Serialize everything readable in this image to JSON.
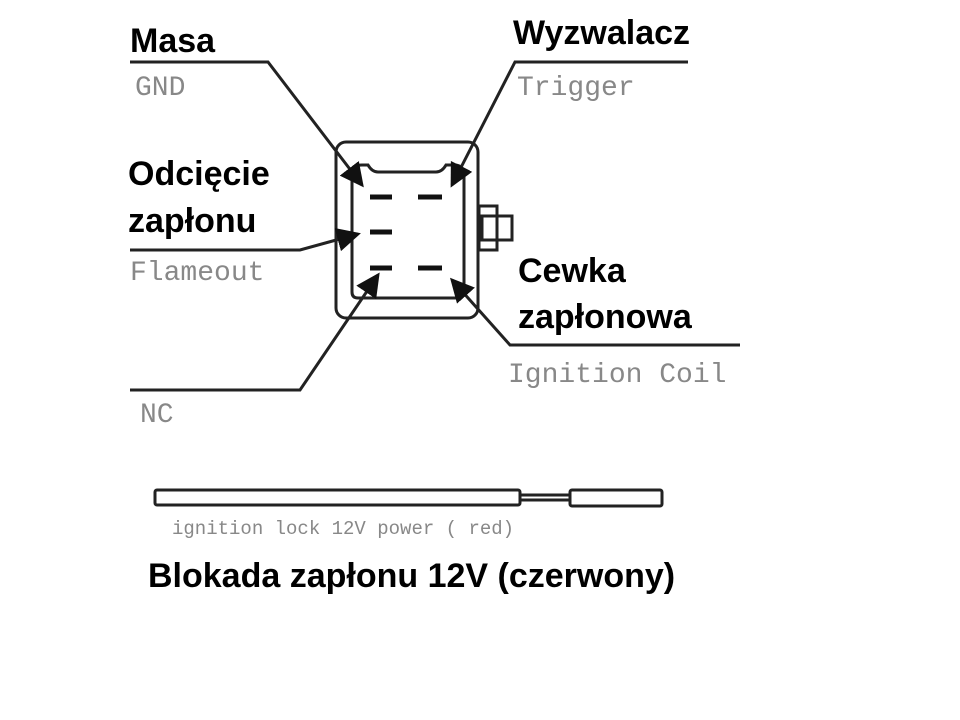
{
  "labels": {
    "gnd_pl": "Masa",
    "gnd_en": "GND",
    "trigger_pl": "Wyzwalacz",
    "trigger_en": "Trigger",
    "flameout_pl_1": "Odcięcie",
    "flameout_pl_2": "zapłonu",
    "flameout_en": "Flameout",
    "coil_pl_1": "Cewka",
    "coil_pl_2": "zapłonowa",
    "coil_en": "Ignition Coil",
    "nc_en": "NC",
    "wire_en": "ignition lock 12V power ( red)",
    "wire_pl": "Blokada zapłonu 12V (czerwony)"
  }
}
